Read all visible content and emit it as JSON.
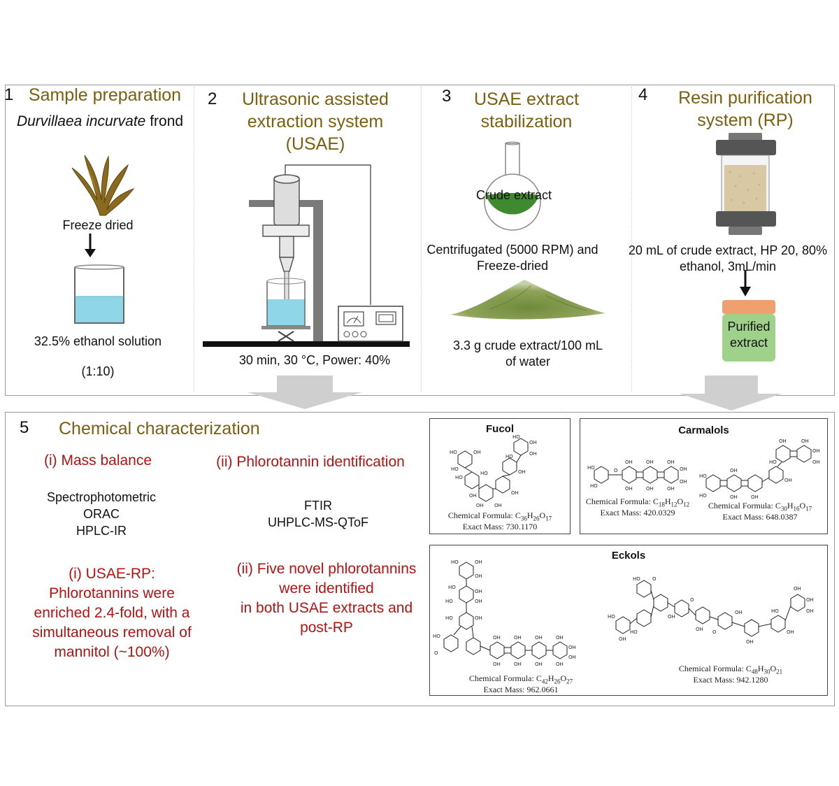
{
  "sections": [
    {
      "number": "1",
      "title": "Sample preparation"
    },
    {
      "number": "2",
      "title_lines": [
        "Ultrasonic assisted",
        "extraction system",
        "(USAE)"
      ]
    },
    {
      "number": "3",
      "title_lines": [
        "USAE extract",
        "stabilization"
      ]
    },
    {
      "number": "4",
      "title_lines": [
        "Resin purification",
        "system (RP)"
      ]
    },
    {
      "number": "5",
      "title": "Chemical characterization"
    }
  ],
  "step1": {
    "species": "Durvillaea incurvate",
    "species_suffix": " frond",
    "freeze_dried": "Freeze dried",
    "solution": "32.5% ethanol solution",
    "ratio": "(1:10)"
  },
  "step2": {
    "conditions": "30 min, 30 °C, Power: 40%"
  },
  "step3": {
    "crude_label": "Crude extract",
    "process_lines": [
      "Centrifugated (5000 RPM) and",
      "Freeze-dried"
    ],
    "concentration_lines": [
      "3.3 g crude extract/100 mL",
      "of water"
    ]
  },
  "step4": {
    "process_lines": [
      "20 mL of crude extract, HP 20, 80%",
      "ethanol, 3mL/min"
    ],
    "product_lines": [
      "Purified",
      "extract"
    ]
  },
  "step5": {
    "mass_balance_heading": "(i) Mass balance",
    "mass_balance_methods": [
      "Spectrophotometric",
      "ORAC",
      "HPLC-IR"
    ],
    "identification_heading": "(ii) Phlorotannin identification",
    "identification_methods": [
      "FTIR",
      "UHPLC-MS-QToF"
    ],
    "result_i": [
      "(i) USAE-RP:",
      "Phlorotannins were",
      "enriched 2.4-fold, with a",
      "simultaneous removal of",
      "mannitol (~100%)"
    ],
    "result_ii": [
      "(ii) Five novel phlorotannins",
      "were identified",
      "in both USAE extracts and",
      "post-RP"
    ]
  },
  "structures": {
    "fucol": {
      "title": "Fucol",
      "formula_prefix": "Chemical Formula: ",
      "formula": "C36H26O17",
      "mass": "Exact Mass: 730.1170"
    },
    "carmalols": {
      "title": "Carmalols",
      "items": [
        {
          "formula_prefix": "Chemical Formula: ",
          "formula": "C18H12O12",
          "mass": "Exact Mass: 420.0329"
        },
        {
          "formula_prefix": "Chemical Formula: ",
          "formula": "C30H16O17",
          "mass": "Exact Mass: 648.0387"
        }
      ]
    },
    "eckols": {
      "title": "Eckols",
      "items": [
        {
          "formula_prefix": "Chemical Formula: ",
          "formula": "C42H26O27",
          "mass": "Exact Mass: 962.0661"
        },
        {
          "formula_prefix": "Chemical Formula: ",
          "formula": "C48H30O21",
          "mass": "Exact Mass: 942.1280"
        }
      ]
    }
  },
  "colors": {
    "section_title": "#7a5f10",
    "result_red": "#b51212",
    "seaweed": "#8a6a1c",
    "water": "#8fd6e8",
    "crude_green": "#3f8a2e",
    "purified_green": "#9fd18a",
    "purified_lid": "#f0a070",
    "arrow_gray": "#cfcfcf"
  }
}
